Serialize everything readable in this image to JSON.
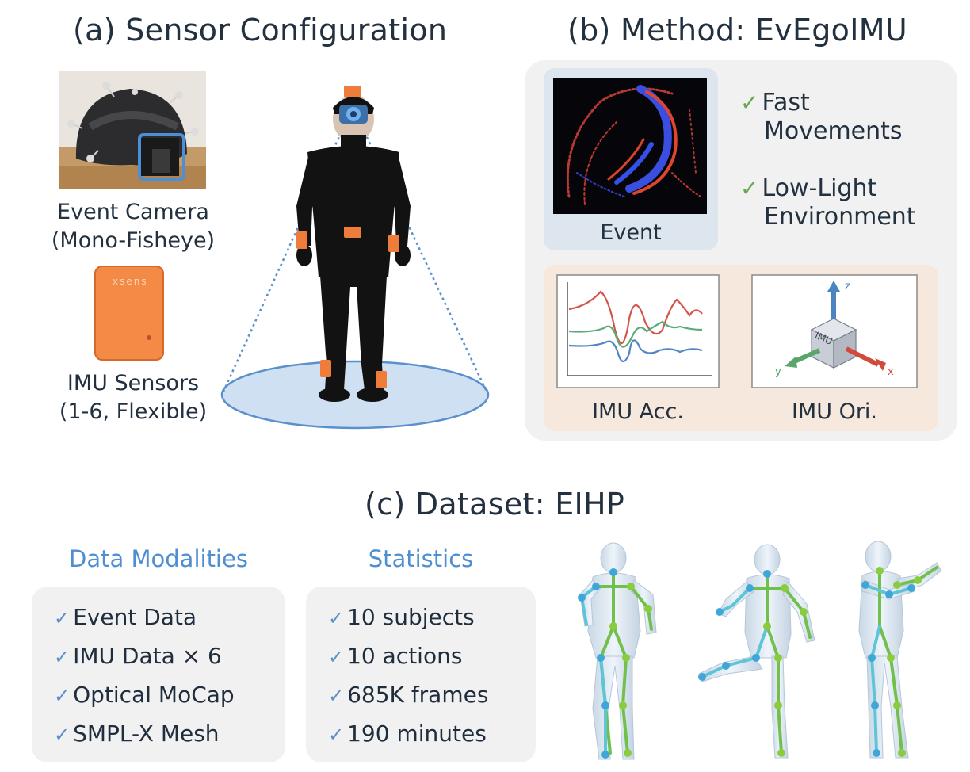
{
  "sections": {
    "a": {
      "title": "(a) Sensor Configuration",
      "camera_label": [
        "Event Camera",
        "(Mono-Fisheye)"
      ],
      "imu_label": [
        "IMU Sensors",
        "(1-6, Flexible)"
      ],
      "imu_brand": "xsens"
    },
    "b": {
      "title": "(b) Method: EvEgoIMU",
      "event_label": "Event",
      "features": [
        {
          "lines": [
            "Fast",
            "Movements"
          ]
        },
        {
          "lines": [
            "Low-Light",
            "Environment"
          ]
        }
      ],
      "imu_acc_label": "IMU Acc.",
      "imu_ori_label": "IMU Ori.",
      "cube_label": "IMU",
      "axes": {
        "x": "x",
        "y": "y",
        "z": "z"
      }
    },
    "c": {
      "title": "(c) Dataset: EIHP",
      "modalities_title": "Data Modalities",
      "modalities": [
        "Event Data",
        "IMU Data × 6",
        "Optical MoCap",
        "SMPL-X Mesh"
      ],
      "statistics_title": "Statistics",
      "statistics": [
        "10 subjects",
        "10 actions",
        "685K frames",
        "190 minutes"
      ]
    }
  },
  "colors": {
    "accent_blue": "#4f8fd1",
    "sensor_orange": "#ee7d3b",
    "check_green": "#6aa84f",
    "imu_panel_bg": "#f6e8dd",
    "event_panel_bg": "#dde5ee"
  },
  "check_glyph": "✓"
}
